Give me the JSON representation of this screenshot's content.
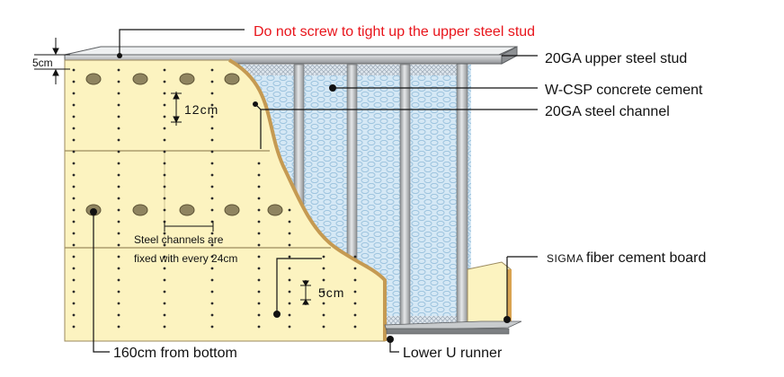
{
  "labels": {
    "warning": "Do not screw to tight up the upper steel stud",
    "upper_stud": "20GA upper steel stud",
    "concrete": "W-CSP concrete cement",
    "channel": "20GA steel channel",
    "board_brand": "SIGMA",
    "board_text": "fiber cement board",
    "height": "160cm from bottom",
    "runner": "Lower U runner",
    "dim_top": "5cm",
    "dim_12": "12cm",
    "dim_5": "5cm",
    "note_line1": "Steel channels are",
    "note_line2": "fixed with every 24cm"
  },
  "colors": {
    "board": "#fcf3c0",
    "board_edge": "#c59a52",
    "concrete": "#d4e7f4",
    "stud": "#b9bcbe",
    "warning": "#e8141b"
  }
}
